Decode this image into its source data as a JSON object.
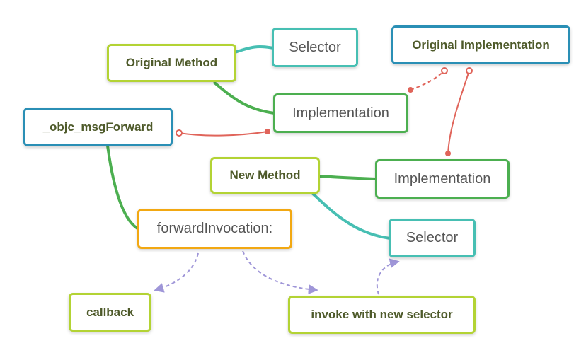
{
  "nodes": {
    "original_method": "Original Method",
    "selector_1": "Selector",
    "original_implementation": "Original Implementation",
    "implementation_1": "Implementation",
    "objc_msg_forward": "_objc_msgForward",
    "new_method": "New Method",
    "implementation_2": "Implementation",
    "forward_invocation": "forwardInvocation:",
    "selector_2": "Selector",
    "callback": "callback",
    "invoke_with_new_selector": "invoke with new selector"
  },
  "colors": {
    "lime": "#b3d334",
    "teal": "#47bfb3",
    "green": "#4caf50",
    "blue": "#2a8fb5",
    "orange": "#f2a812",
    "red_link": "#e0645a",
    "dashed_link": "#9f96d8"
  }
}
